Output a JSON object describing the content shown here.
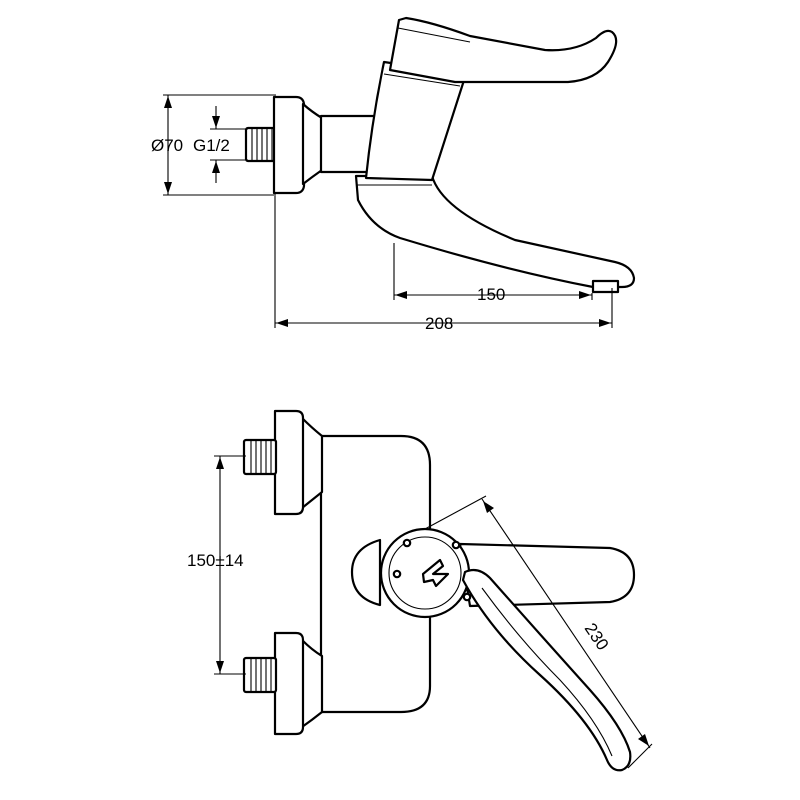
{
  "drawing": {
    "side_view": {
      "diameter_label": "Ø70",
      "thread_label": "G1/2",
      "spout_reach_label": "150",
      "overall_depth_label": "208"
    },
    "top_view": {
      "inlet_spacing_label": "150±14",
      "lever_length_label": "230"
    }
  }
}
